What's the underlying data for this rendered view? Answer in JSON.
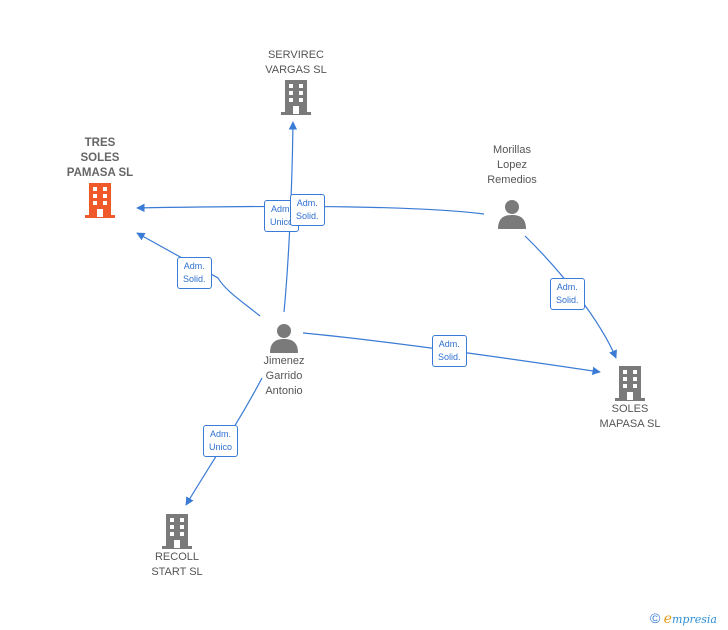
{
  "nodes": {
    "tres_soles": {
      "label": "TRES\nSOLES\nPAMASA SL",
      "icon": "building-icon",
      "color": "#f05a2a"
    },
    "servirec": {
      "label": "SERVIREC\nVARGAS SL",
      "icon": "building-icon",
      "color": "#7a7a7a"
    },
    "morillas": {
      "label": "Morillas\nLopez\nRemedios",
      "icon": "person-icon",
      "color": "#7a7a7a"
    },
    "jimenez": {
      "label": "Jimenez\nGarrido\nAntonio",
      "icon": "person-icon",
      "color": "#7a7a7a"
    },
    "soles_mapasa": {
      "label": "SOLES\nMAPASA SL",
      "icon": "building-icon",
      "color": "#7a7a7a"
    },
    "recoll": {
      "label": "RECOLL\nSTART SL",
      "icon": "building-icon",
      "color": "#7a7a7a"
    }
  },
  "edges": [
    {
      "from": "jimenez",
      "to": "tres_soles",
      "label": "Adm.\nSolid."
    },
    {
      "from": "jimenez",
      "to": "servirec",
      "label": "Adm.\nUnico"
    },
    {
      "from": "morillas",
      "to": "tres_soles",
      "label": "Adm.\nSolid."
    },
    {
      "from": "morillas",
      "to": "soles_mapasa",
      "label": "Adm.\nSolid."
    },
    {
      "from": "jimenez",
      "to": "soles_mapasa",
      "label": "Adm.\nSolid."
    },
    {
      "from": "jimenez",
      "to": "recoll",
      "label": "Adm.\nUnico"
    }
  ],
  "footer": {
    "copyright": "©",
    "brand_initial": "e",
    "brand_rest": "mpresia"
  },
  "colors": {
    "edge": "#3a7bd5",
    "highlight": "#f05a2a",
    "neutral": "#7a7a7a"
  }
}
